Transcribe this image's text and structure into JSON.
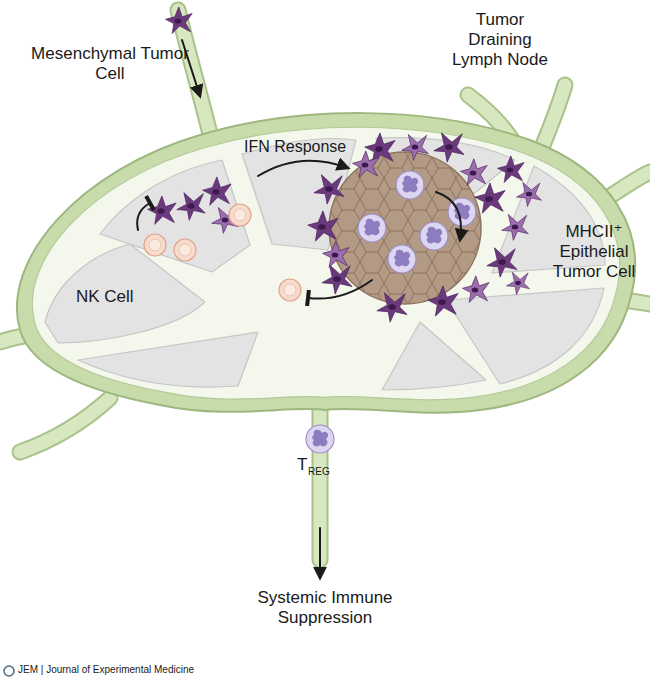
{
  "diagram": {
    "labels": [
      "Mesenchymal Tumor Cell",
      "Tumor Draining Lymph Node",
      "IFN Response",
      "NK Cell",
      "MHCII⁺ Epithelial Tumor Cell",
      "T",
      "REG",
      "Systemic Immune Suppression",
      "JEM | Journal of Experimental Medicine"
    ]
  }
}
